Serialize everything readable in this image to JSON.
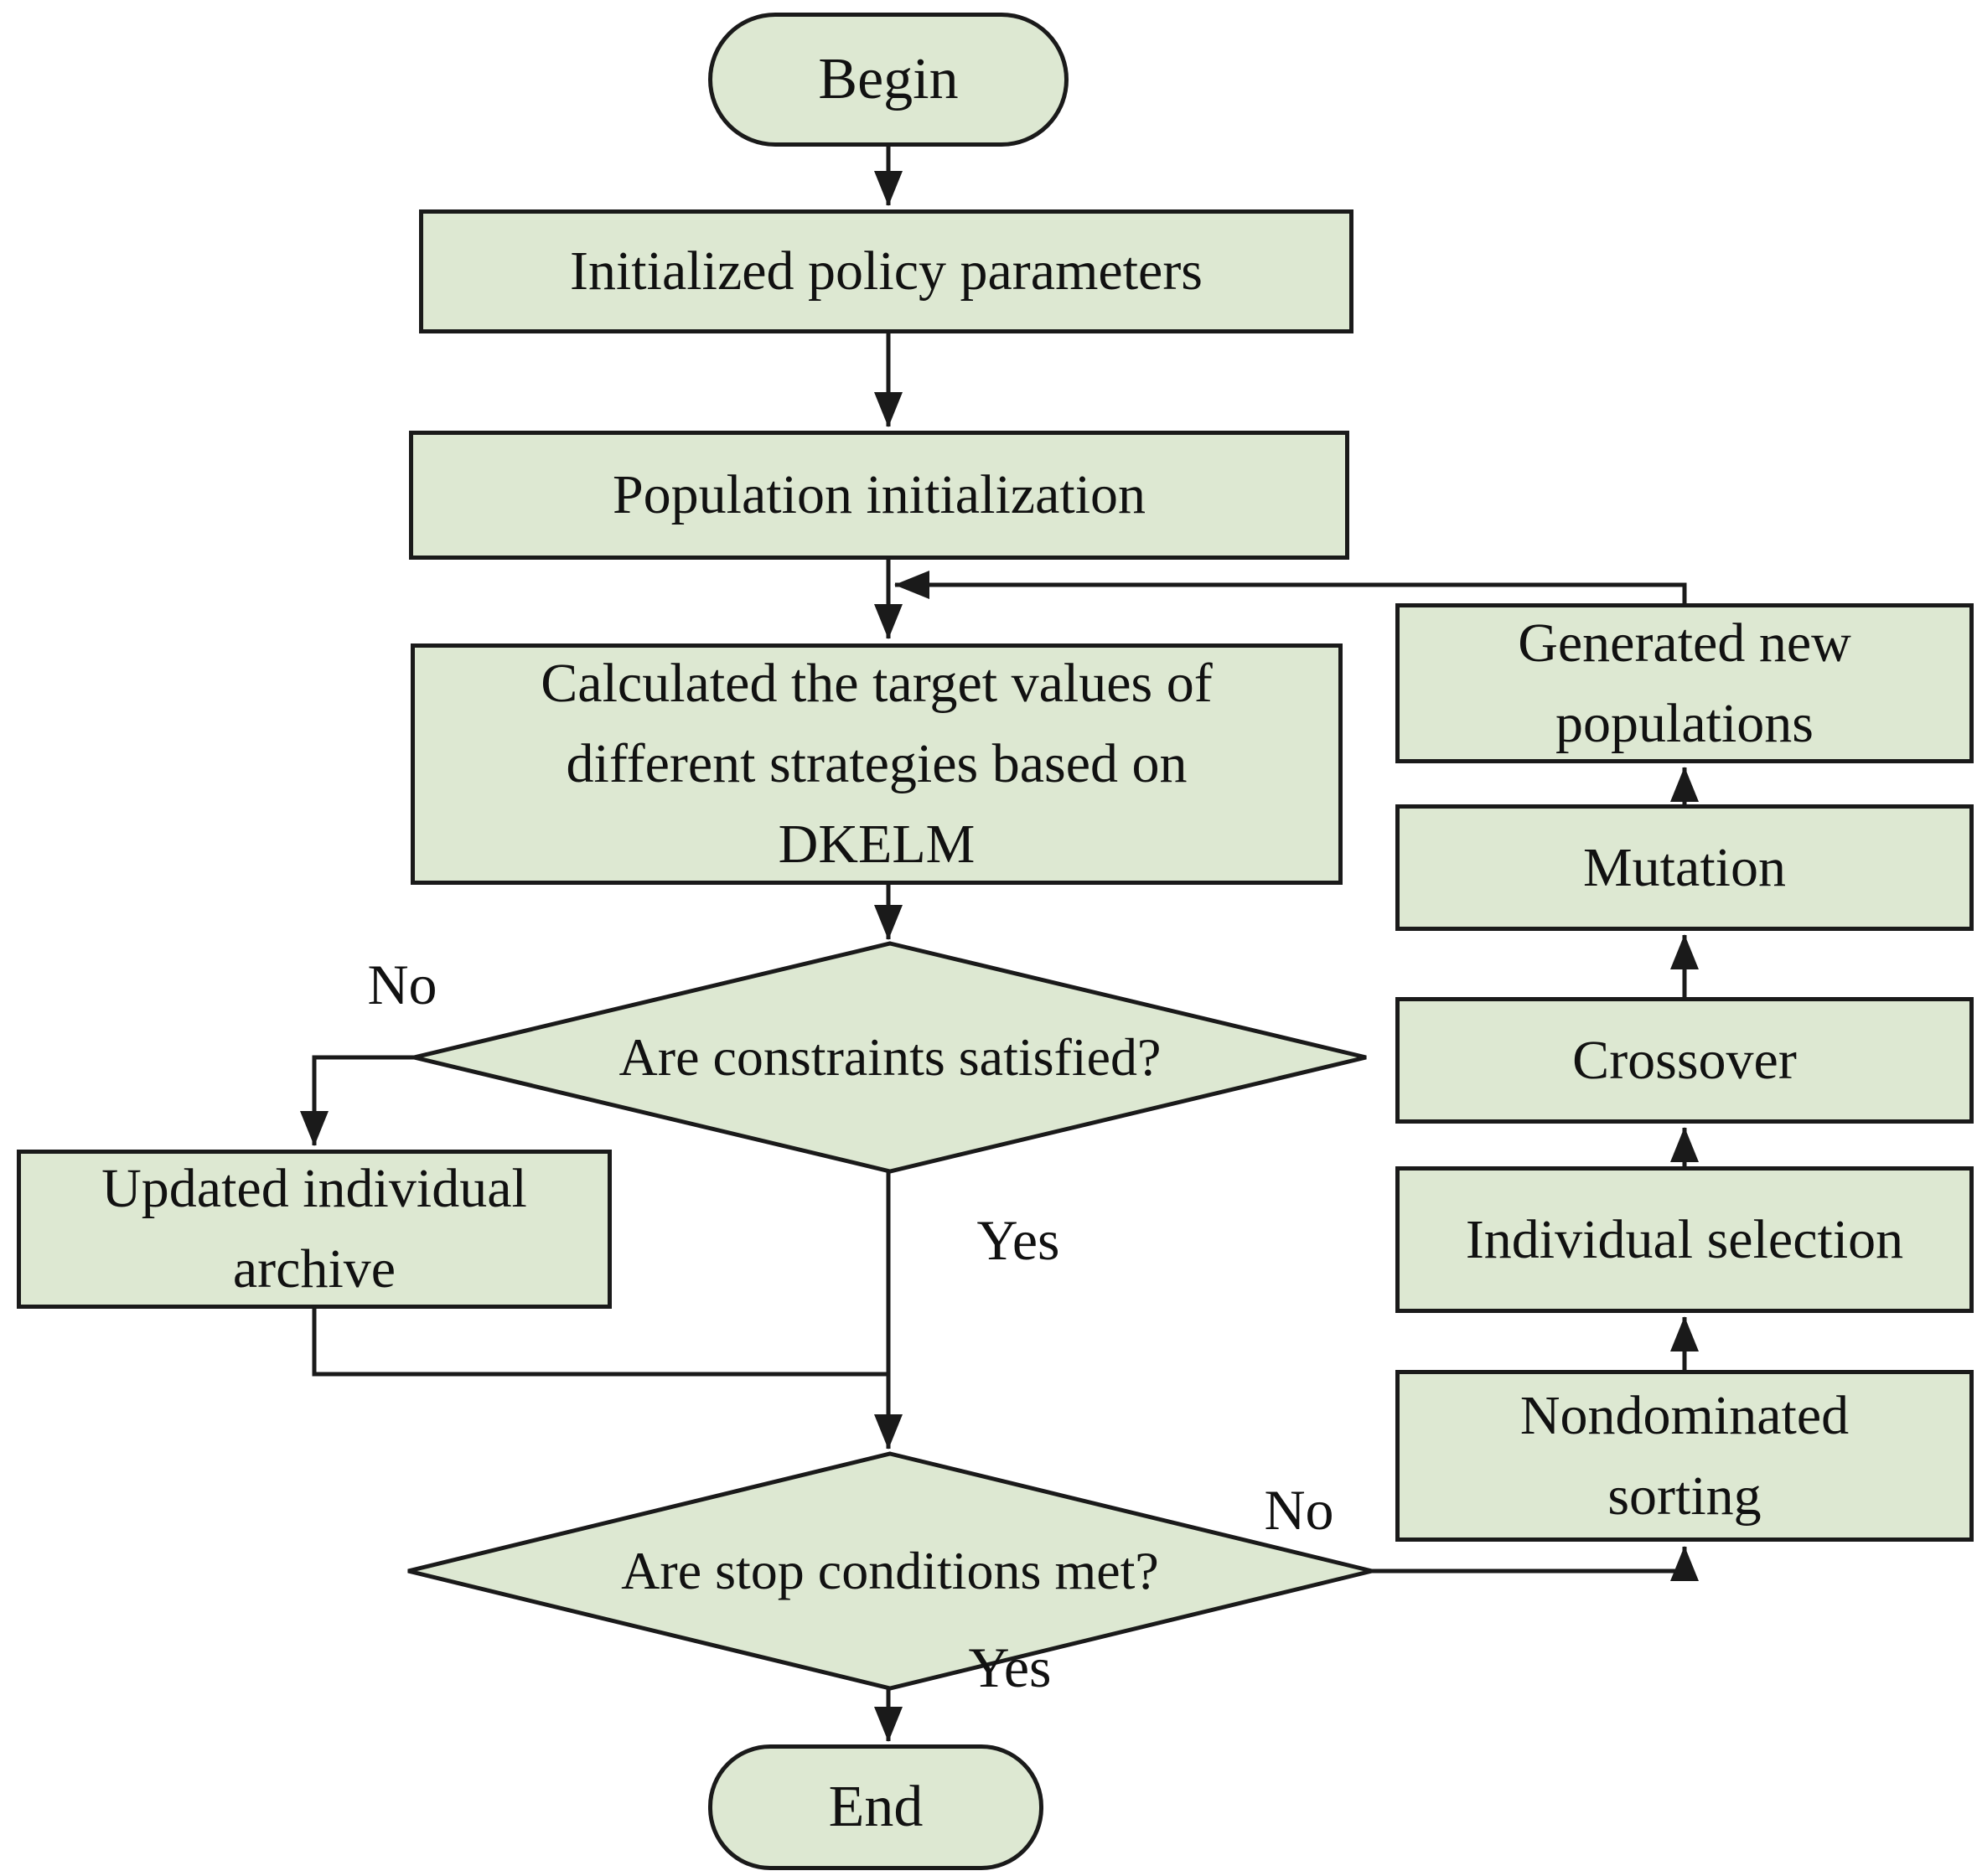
{
  "colors": {
    "node_fill": "#dde8d2",
    "stroke": "#1a1a1a",
    "canvas_bg": "#ffffff",
    "text": "#111111"
  },
  "nodes": {
    "begin": {
      "type": "terminator",
      "label": "Begin"
    },
    "init_params": {
      "type": "process",
      "label": "Initialized policy parameters"
    },
    "pop_init": {
      "type": "process",
      "label": "Population initialization"
    },
    "calculated": {
      "type": "process",
      "lines": [
        "Calculated the target values of",
        "different strategies  based on",
        "DKELM"
      ]
    },
    "constraints": {
      "type": "decision",
      "label": "Are constraints satisfied?"
    },
    "archive": {
      "type": "process",
      "lines": [
        "Updated individual",
        "archive"
      ]
    },
    "stop": {
      "type": "decision",
      "label": "Are stop conditions met?"
    },
    "end": {
      "type": "terminator",
      "label": "End"
    },
    "nondominated": {
      "type": "process",
      "lines": [
        "Nondominated",
        "sorting"
      ]
    },
    "individual_selection": {
      "type": "process",
      "label": "Individual selection"
    },
    "crossover": {
      "type": "process",
      "label": "Crossover"
    },
    "mutation": {
      "type": "process",
      "label": "Mutation"
    },
    "gen_new_pop": {
      "type": "process",
      "lines": [
        "Generated new",
        "populations"
      ]
    }
  },
  "edge_labels": {
    "constraints_no": "No",
    "constraints_yes": "Yes",
    "stop_no": "No",
    "stop_yes": "Yes"
  }
}
